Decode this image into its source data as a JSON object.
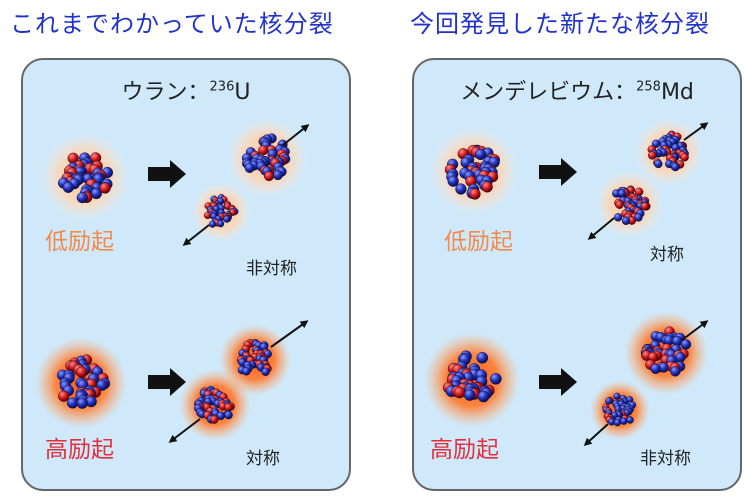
{
  "colors": {
    "heading": "#2233cc",
    "low": "#f28a4a",
    "high": "#e0303e",
    "panel_bg": "#cfe9fb",
    "proton": "#d01818",
    "neutron": "#2030b8"
  },
  "icons": [
    "right-arrow-icon",
    "nucleus-icon",
    "direction-arrow-icon"
  ],
  "left": {
    "heading": "これまでわかっていた核分裂",
    "panel": {
      "title": "ウラン：",
      "mass": "236",
      "symbol": "U",
      "rows": [
        {
          "label": "低励起",
          "result": "非対称",
          "type": "low"
        },
        {
          "label": "高励起",
          "result": "対称",
          "type": "high"
        }
      ]
    }
  },
  "right": {
    "heading": "今回発見した新たな核分裂",
    "panel": {
      "title": "メンデレビウム：",
      "mass": "258",
      "symbol": "Md",
      "rows": [
        {
          "label": "低励起",
          "result": "対称",
          "type": "low"
        },
        {
          "label": "高励起",
          "result": "非対称",
          "type": "high"
        }
      ]
    }
  }
}
